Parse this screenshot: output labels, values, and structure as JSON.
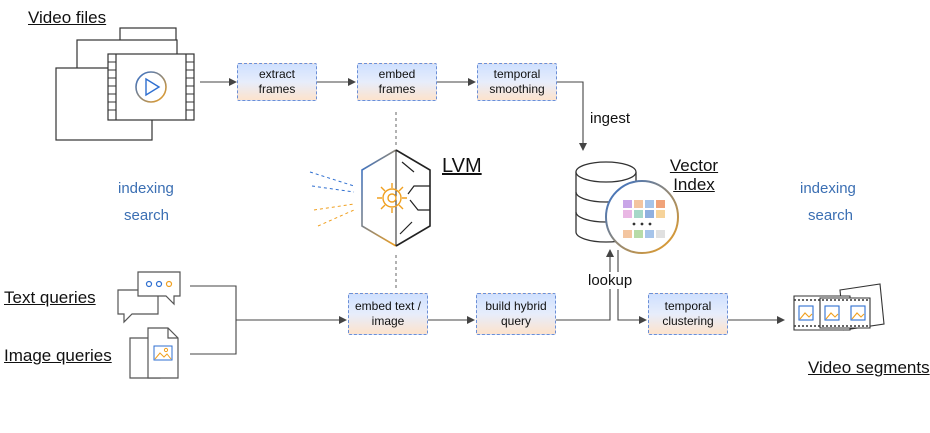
{
  "sections": {
    "video_files": "Video files",
    "text_queries": "Text queries",
    "image_queries": "Image queries",
    "video_segments": "Video segments",
    "lvm": "LVM",
    "vector_index": "Vector Index"
  },
  "process_boxes": {
    "extract_frames": "extract frames",
    "embed_frames": "embed frames",
    "temporal_smoothing": "temporal smoothing",
    "embed_text_image": "embed text / image",
    "build_hybrid_query": "build hybrid query",
    "temporal_clustering": "temporal clustering"
  },
  "edge_labels": {
    "ingest": "ingest",
    "lookup": "lookup"
  },
  "phase_labels": {
    "indexing_left": "indexing",
    "search_left": "search",
    "indexing_right": "indexing",
    "search_right": "search"
  },
  "colors": {
    "box_border": "#6b8fd6",
    "phase_text": "#3b6fb3",
    "accent_blue": "#2f6fd0",
    "accent_orange": "#f0a020"
  }
}
